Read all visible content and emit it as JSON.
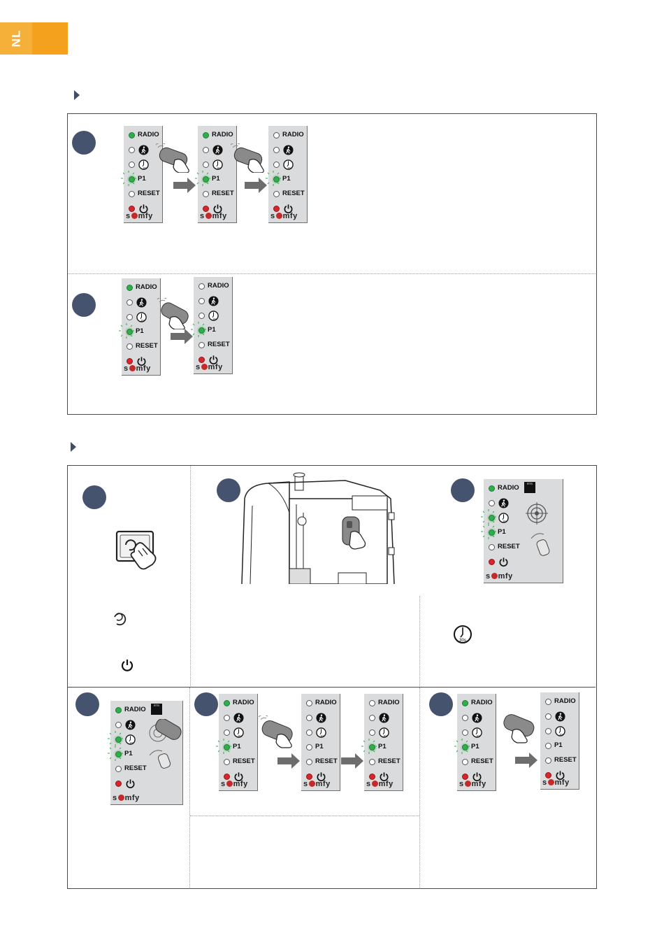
{
  "language_tab": {
    "code": "NL"
  },
  "panel_labels": {
    "radio": "RADIO",
    "p1": "P1",
    "reset": "RESET",
    "brand_left": "s",
    "brand_right": "mfy",
    "badge_30": "30s",
    "rts": "RTS"
  },
  "colors": {
    "orange": "#f4a11d",
    "navy": "#46536e",
    "led_green": "#2fae4a",
    "led_red": "#d9262c",
    "panel": "#dadbdc"
  },
  "icons": [
    "section-arrow-icon",
    "remote-control-icon",
    "hand-icon",
    "pedestrian-icon",
    "timer-30s-icon",
    "power-icon",
    "prog-button-icon",
    "target-icon",
    "arrow-right-icon"
  ]
}
